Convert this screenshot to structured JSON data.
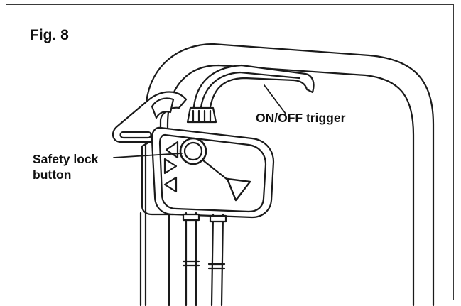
{
  "figure": {
    "title": "Fig. 8"
  },
  "labels": {
    "trigger": "ON/OFF trigger",
    "safety_line1": "Safety lock",
    "safety_line2": "button"
  },
  "colors": {
    "stroke": "#1a1a1a",
    "fill": "#ffffff",
    "text": "#111111"
  }
}
